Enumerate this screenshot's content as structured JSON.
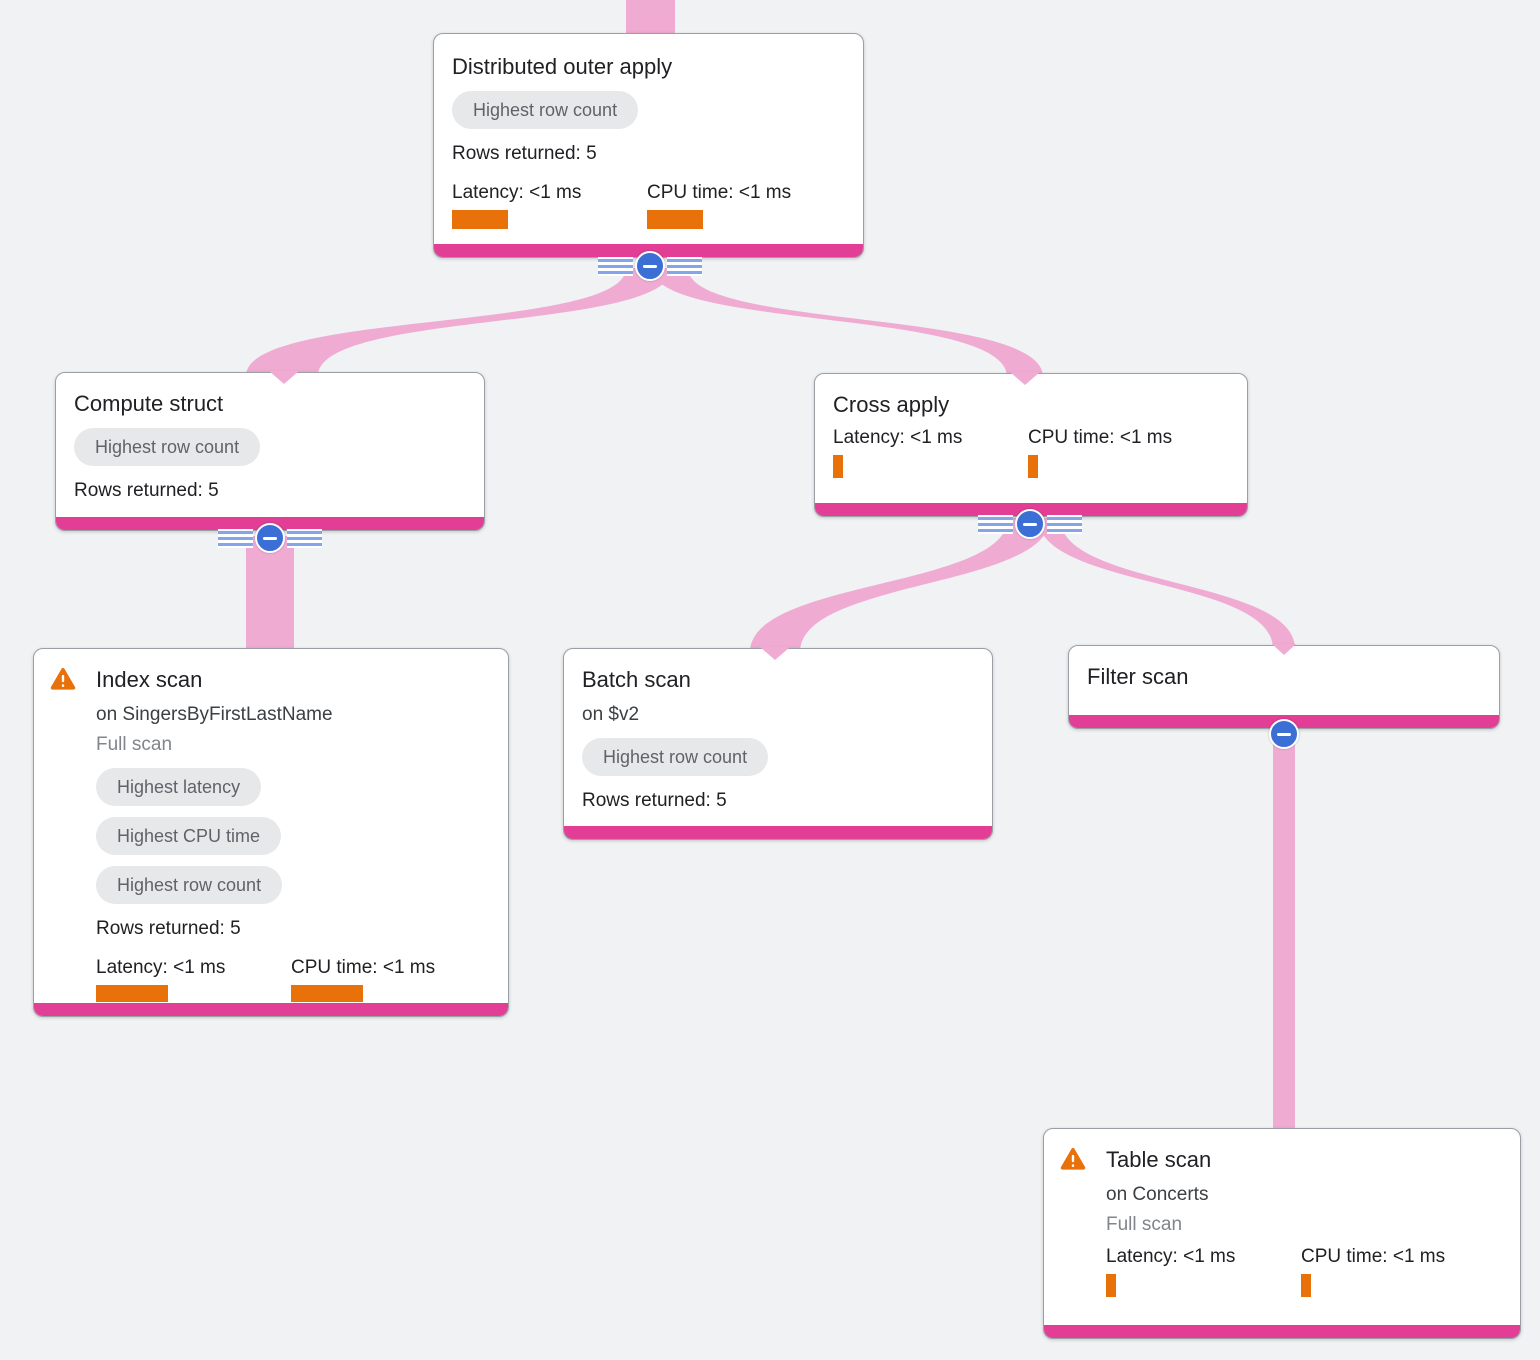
{
  "diagram": {
    "type": "query-execution-plan-tree",
    "background_color": "#F0F2F4"
  },
  "colors": {
    "node_accent_bar": "#E23E95",
    "edge_ribbon": "#F0ABD3",
    "collapse_button_blue": "#3C6FD6",
    "metric_bar_orange": "#E8710A",
    "warning_icon_orange": "#E8710A",
    "badge_background": "#E7E8EA",
    "badge_text": "#5F6368"
  },
  "nodes": [
    {
      "id": "distributed-outer-apply",
      "title": "Distributed outer apply",
      "badges": [
        "Highest row count"
      ],
      "rows_returned": "Rows returned: 5",
      "latency_label": "Latency: <1 ms",
      "cpu_label": "CPU time: <1 ms"
    },
    {
      "id": "compute-struct",
      "title": "Compute struct",
      "badges": [
        "Highest row count"
      ],
      "rows_returned": "Rows returned: 5"
    },
    {
      "id": "cross-apply",
      "title": "Cross apply",
      "latency_label": "Latency: <1 ms",
      "cpu_label": "CPU time: <1 ms"
    },
    {
      "id": "index-scan",
      "title": "Index scan",
      "has_warning": true,
      "subtitle": "on SingersByFirstLastName",
      "scan_type": "Full scan",
      "badges": [
        "Highest latency",
        "Highest CPU time",
        "Highest row count"
      ],
      "rows_returned": "Rows returned: 5",
      "latency_label": "Latency: <1 ms",
      "cpu_label": "CPU time: <1 ms"
    },
    {
      "id": "batch-scan",
      "title": "Batch scan",
      "subtitle": "on $v2",
      "badges": [
        "Highest row count"
      ],
      "rows_returned": "Rows returned: 5"
    },
    {
      "id": "filter-scan",
      "title": "Filter scan"
    },
    {
      "id": "table-scan",
      "title": "Table scan",
      "has_warning": true,
      "subtitle": "on Concerts",
      "scan_type": "Full scan",
      "latency_label": "Latency: <1 ms",
      "cpu_label": "CPU time: <1 ms"
    }
  ],
  "edges": [
    {
      "from": "offscreen-parent",
      "to": "distributed-outer-apply"
    },
    {
      "from": "distributed-outer-apply",
      "to": "compute-struct"
    },
    {
      "from": "distributed-outer-apply",
      "to": "cross-apply"
    },
    {
      "from": "compute-struct",
      "to": "index-scan"
    },
    {
      "from": "cross-apply",
      "to": "batch-scan"
    },
    {
      "from": "cross-apply",
      "to": "filter-scan"
    },
    {
      "from": "filter-scan",
      "to": "table-scan"
    }
  ]
}
